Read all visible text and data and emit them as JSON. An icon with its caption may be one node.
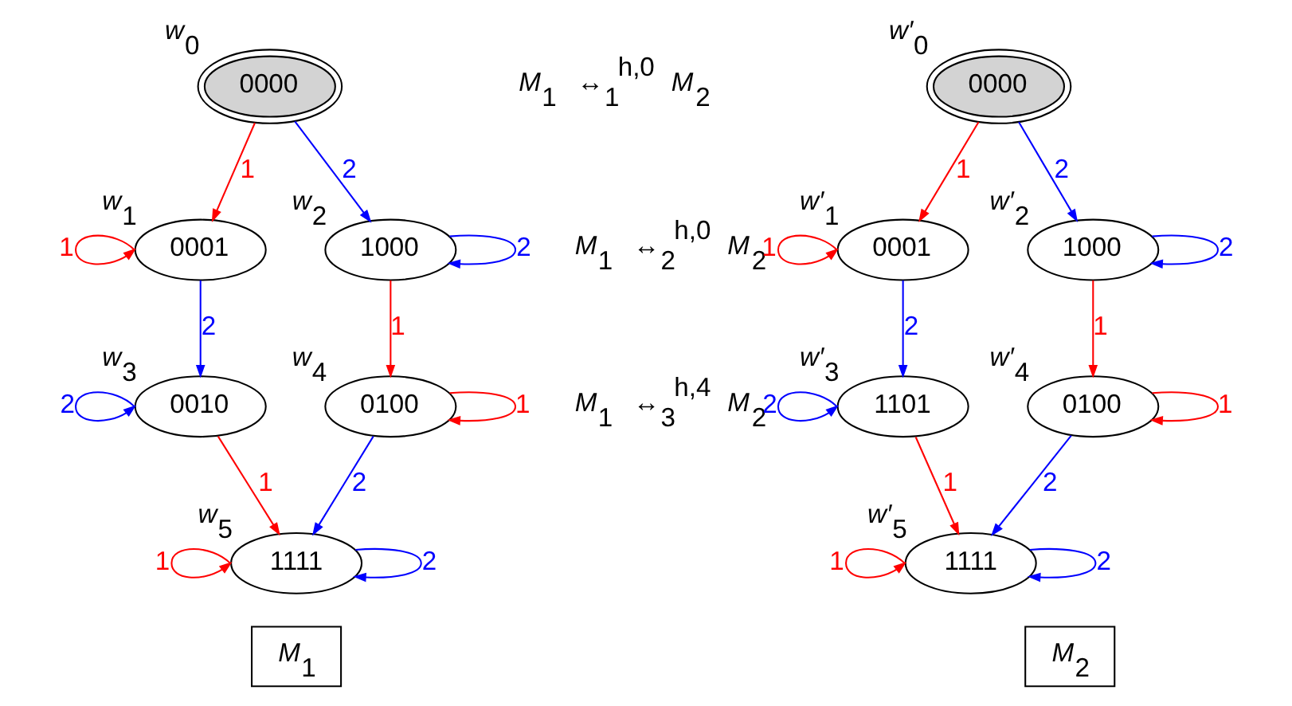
{
  "diagram": {
    "nodes": [
      {
        "text": [
          "0000"
        ],
        "beside": [
          "w$_{0}$"
        ]
      },
      {
        "text": [
          "0001"
        ],
        "beside": [
          "w$_{1}$"
        ]
      },
      {
        "text": [
          "1000"
        ],
        "beside": [
          "w$_{2}$"
        ]
      },
      {
        "text": [
          "0010"
        ],
        "beside": [
          "w$_{3}$"
        ]
      },
      {
        "text": [
          "0100"
        ],
        "beside": [
          "w$_{4}$"
        ]
      },
      {
        "text": [
          "1111"
        ],
        "beside": [
          "w$_{5}$"
        ]
      },
      {
        "text": [
          "M$_{1}$"
        ]
      },
      {
        "text": [
          "0000"
        ],
        "beside": [
          "w′$_{0}$"
        ]
      },
      {
        "text": [
          "0001"
        ],
        "beside": [
          "w′$_{1}$"
        ]
      },
      {
        "text": [
          "1000"
        ],
        "beside": [
          "w′$_{2}$"
        ]
      },
      {
        "text": [
          "1101"
        ],
        "beside": [
          "w′$_{3}$"
        ]
      },
      {
        "text": [
          "0100"
        ],
        "beside": [
          "w′$_{4}$"
        ]
      },
      {
        "text": [
          "1111"
        ],
        "beside": [
          "w′$_{5}$"
        ]
      },
      {
        "text": [
          "M$_{2}$"
        ]
      }
    ],
    "edges": [
      {
        "from": 0,
        "to": 1,
        "arrow": "to",
        "label": "1",
        "color": "#ff0000"
      },
      {
        "from": 0,
        "to": 2,
        "arrow": "to",
        "label": "2",
        "color": "#0000ff"
      },
      {
        "from": 1,
        "to": 1,
        "arrow": "to",
        "label": "1",
        "color": "#ff0000"
      },
      {
        "from": 2,
        "to": 2,
        "arrow": "to",
        "label": "2",
        "color": "#0000ff"
      },
      {
        "from": 1,
        "to": 3,
        "arrow": "to",
        "label": "2",
        "color": "#0000ff"
      },
      {
        "from": 2,
        "to": 4,
        "arrow": "to",
        "label": "1",
        "color": "#ff0000"
      },
      {
        "from": 3,
        "to": 3,
        "arrow": "to",
        "label": "2",
        "color": "#0000ff"
      },
      {
        "from": 4,
        "to": 4,
        "arrow": "to",
        "label": "1",
        "color": "#ff0000"
      },
      {
        "from": 3,
        "to": 5,
        "arrow": "to",
        "label": "1",
        "color": "#ff0000"
      },
      {
        "from": 4,
        "to": 5,
        "arrow": "to",
        "label": "2",
        "color": "#0000ff"
      },
      {
        "from": 5,
        "to": 5,
        "arrow": "to",
        "label": "1",
        "color": "#ff0000"
      },
      {
        "from": 5,
        "to": 5,
        "arrow": "to",
        "label": "2",
        "color": "#0000ff"
      },
      {
        "from": 7,
        "to": 8,
        "arrow": "to",
        "label": "1",
        "color": "#ff0000"
      },
      {
        "from": 7,
        "to": 9,
        "arrow": "to",
        "label": "2",
        "color": "#0000ff"
      },
      {
        "from": 8,
        "to": 8,
        "arrow": "to",
        "label": "1",
        "color": "#ff0000"
      },
      {
        "from": 9,
        "to": 9,
        "arrow": "to",
        "label": "2",
        "color": "#0000ff"
      },
      {
        "from": 8,
        "to": 10,
        "arrow": "to",
        "label": "2",
        "color": "#0000ff"
      },
      {
        "from": 9,
        "to": 11,
        "arrow": "to",
        "label": "1",
        "color": "#ff0000"
      },
      {
        "from": 10,
        "to": 10,
        "arrow": "to",
        "label": "2",
        "color": "#0000ff"
      },
      {
        "from": 11,
        "to": 11,
        "arrow": "to",
        "label": "1",
        "color": "#ff0000"
      },
      {
        "from": 10,
        "to": 12,
        "arrow": "to",
        "label": "1",
        "color": "#ff0000"
      },
      {
        "from": 11,
        "to": 12,
        "arrow": "to",
        "label": "2",
        "color": "#0000ff"
      },
      {
        "from": 12,
        "to": 12,
        "arrow": "to",
        "label": "1",
        "color": "#ff0000"
      },
      {
        "from": 12,
        "to": 12,
        "arrow": "to",
        "label": "2",
        "color": "#0000ff"
      }
    ],
    "labels": [
      "M$_{1}$ ↔$_{1}$$^{h,0}$ M$_{2}$",
      "M$_{1}$ ↔$_{2}$$^{h,0}$ M$_{2}$",
      "M$_{1}$ ↔$_{3}$$^{h,4}$ M$_{2}$"
    ]
  }
}
